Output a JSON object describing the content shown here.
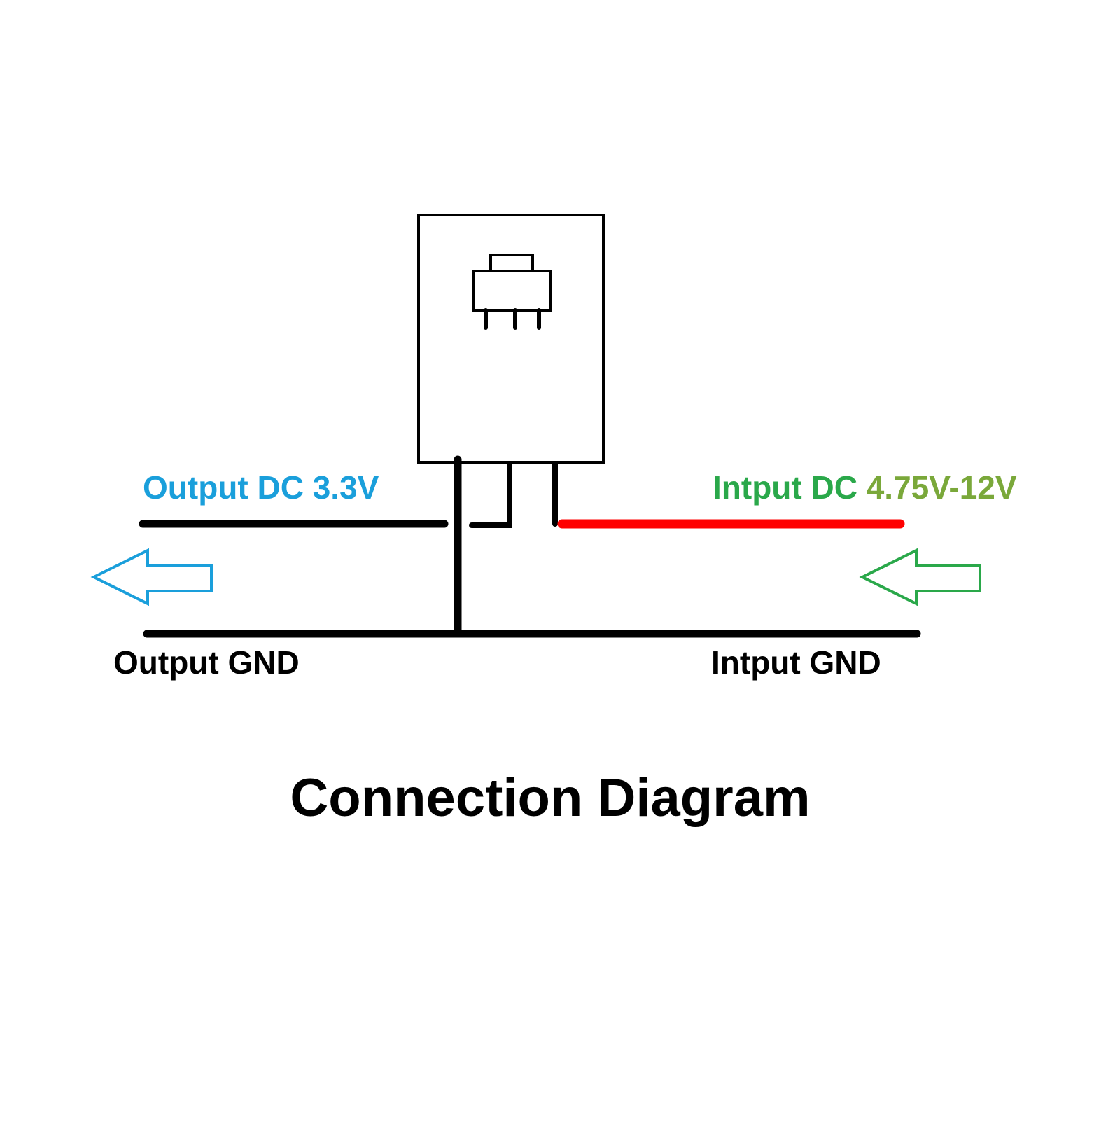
{
  "labels": {
    "output_dc": "Output DC 3.3V",
    "input_dc_part1": "Intput DC ",
    "input_dc_part2": "4.75V-12V",
    "output_gnd": "Output GND",
    "input_gnd": "Intput GND",
    "title": "Connection Diagram"
  },
  "colors": {
    "output": "#1a9fdb",
    "input_part1": "#2aa84a",
    "input_part2": "#7aa83a",
    "input_line": "#ff0000",
    "wire": "#000000",
    "output_arrow": "#1a9fdb",
    "input_arrow": "#2aa84a"
  },
  "icons": {
    "chip": "sot223-regulator-icon",
    "output_arrow": "left-arrow-icon",
    "input_arrow": "left-arrow-icon"
  }
}
